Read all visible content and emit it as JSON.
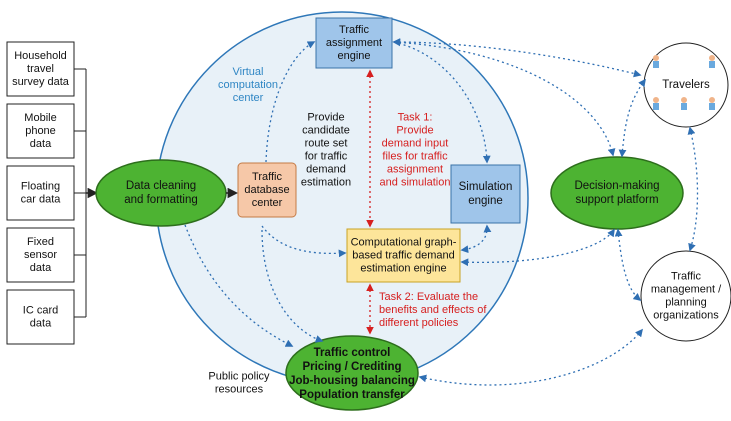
{
  "colors": {
    "circle_fill": "#e8f1f8",
    "circle_stroke": "#2e77b8",
    "green": "#4db332",
    "green_stroke": "#2d6e1c",
    "blue_box": "#9fc5ea",
    "blue_box_stroke": "#3a72a8",
    "orange_box": "#f6c8a8",
    "orange_box_stroke": "#c47a45",
    "yellow_box": "#fde59a",
    "yellow_box_stroke": "#c9a224",
    "dotted_blue": "#2f6fb3",
    "dotted_red": "#d62020",
    "task_red": "#d62020",
    "label_blue": "#2f86c4"
  },
  "sources": [
    {
      "lines": [
        "Household",
        "travel",
        "survey data"
      ]
    },
    {
      "lines": [
        "Mobile",
        "phone",
        "data"
      ]
    },
    {
      "lines": [
        "Floating",
        "car data"
      ]
    },
    {
      "lines": [
        "Fixed",
        "sensor",
        "data"
      ]
    },
    {
      "lines": [
        "IC card",
        "data"
      ]
    }
  ],
  "data_cleaning": {
    "lines": [
      "Data cleaning",
      "and formatting"
    ]
  },
  "virtual_center": {
    "lines": [
      "Virtual",
      "computation",
      "center"
    ]
  },
  "traffic_assignment": {
    "lines": [
      "Traffic",
      "assignment",
      "engine"
    ]
  },
  "traffic_database": {
    "lines": [
      "Traffic",
      "database",
      "center"
    ]
  },
  "simulation": {
    "lines": [
      "Simulation",
      "engine"
    ]
  },
  "computational": {
    "lines": [
      "Computational graph-",
      "based traffic demand",
      "estimation engine"
    ]
  },
  "candidate_note": {
    "lines": [
      "Provide",
      "candidate",
      "route set",
      "for traffic",
      "demand",
      "estimation"
    ]
  },
  "task1": {
    "lines": [
      "Task 1:",
      "Provide",
      "demand input",
      "files for traffic",
      "assignment",
      "and simulation"
    ]
  },
  "task2": {
    "lines": [
      "Task 2: Evaluate the",
      "benefits and effects of",
      "different policies"
    ]
  },
  "policy": {
    "lines": [
      "Traffic control",
      "Pricing / Crediting",
      "Job-housing balancing",
      "Population transfer"
    ]
  },
  "public_policy": {
    "lines": [
      "Public policy",
      "resources"
    ]
  },
  "decision": {
    "lines": [
      "Decision-making",
      "support platform"
    ]
  },
  "travelers": {
    "label": "Travelers"
  },
  "organizations": {
    "lines": [
      "Traffic",
      "management /",
      "planning",
      "organizations"
    ]
  }
}
